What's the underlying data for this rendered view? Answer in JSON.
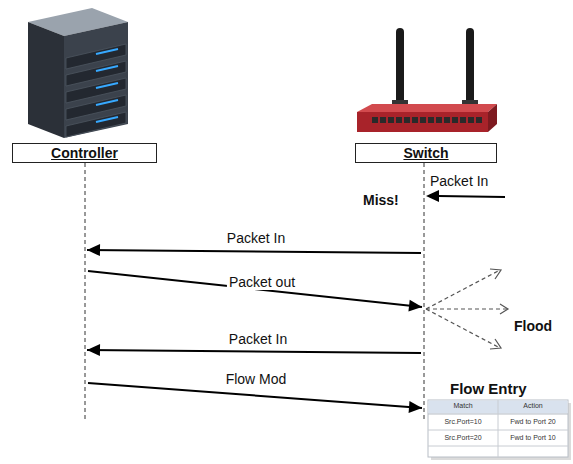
{
  "diagram": {
    "nodes": [
      {
        "text": [
          "Controller"
        ]
      },
      {
        "text": [
          "Switch"
        ]
      }
    ],
    "edges": [
      {
        "from": 1,
        "to": 0,
        "arrow": "to",
        "label": "Packet In"
      },
      {
        "from": 0,
        "to": 1,
        "arrow": "to",
        "label": "Packet out"
      },
      {
        "from": 1,
        "to": 0,
        "arrow": "to",
        "label": "Packet In"
      },
      {
        "from": 0,
        "to": 1,
        "arrow": "to",
        "label": "Flow Mod"
      }
    ],
    "labels": [
      "Packet In",
      "Miss!",
      "Flood",
      "Flow Entry",
      "Match",
      "Action",
      "Src.Port=10",
      "Fwd to Port 20",
      "Src.Port=20",
      "Fwd to Port 10"
    ]
  }
}
